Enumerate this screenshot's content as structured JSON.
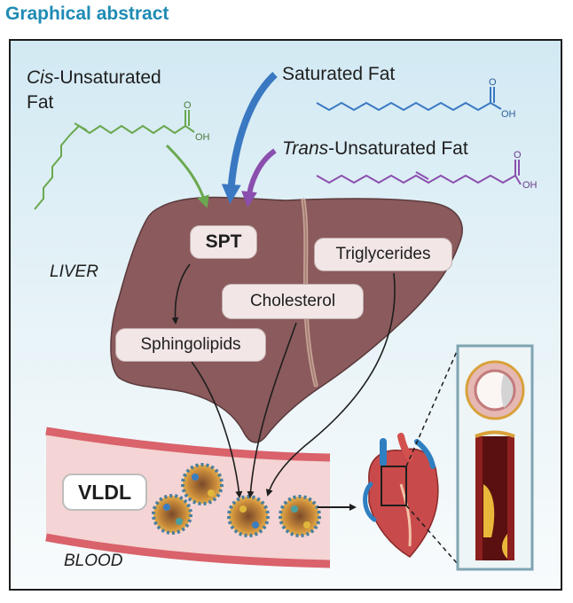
{
  "heading": "Graphical abstract",
  "fats": {
    "cis_prefix": "Cis",
    "cis_rest": "-Unsaturated",
    "cis_line2": "Fat",
    "saturated": "Saturated Fat",
    "trans_prefix": "Trans",
    "trans_rest": "-Unsaturated Fat",
    "oh": "OH",
    "o": "O"
  },
  "liver": {
    "tag": "LIVER",
    "spt": "SPT",
    "triglycerides": "Triglycerides",
    "cholesterol": "Cholesterol",
    "sphingolipids": "Sphingolipids"
  },
  "blood": {
    "tag": "BLOOD",
    "vldl": "VLDL"
  },
  "colors": {
    "cis": "#6aa84f",
    "saturated": "#3a78c2",
    "trans": "#8a4fae",
    "liver": "#8b5a5c",
    "vessel": "#d9626b",
    "frame_bg": "#d2e9f3",
    "heading": "#1f8bb4"
  },
  "icons": [
    "liver-organ",
    "blood-vessel",
    "vldl-particle",
    "heart-organ",
    "artery-cross-section",
    "artery-plaque"
  ]
}
